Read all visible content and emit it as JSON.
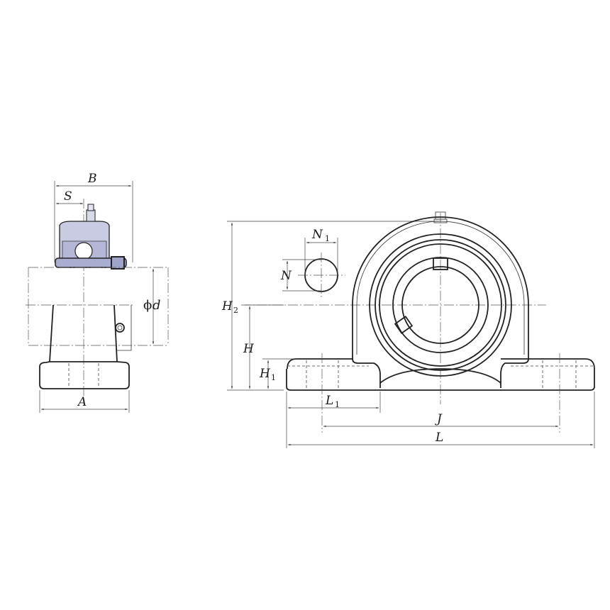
{
  "drawing": {
    "title": "Pillow block ball bearing unit dimension drawing",
    "colors": {
      "line": "#222222",
      "section_fill": "#a9aed0",
      "section_fill_light": "#c8cbe2",
      "background": "#ffffff"
    },
    "side_view": {
      "labels": {
        "B": "B",
        "S": "S",
        "d_prefix": "ϕ",
        "d": "d",
        "A": "A"
      }
    },
    "front_view": {
      "labels": {
        "N1_main": "N",
        "N1_sub": "1",
        "N": "N",
        "H2_main": "H",
        "H2_sub": "2",
        "H": "H",
        "H1_main": "H",
        "H1_sub": "1",
        "L1_main": "L",
        "L1_sub": "1",
        "J": "J",
        "L": "L"
      }
    }
  }
}
